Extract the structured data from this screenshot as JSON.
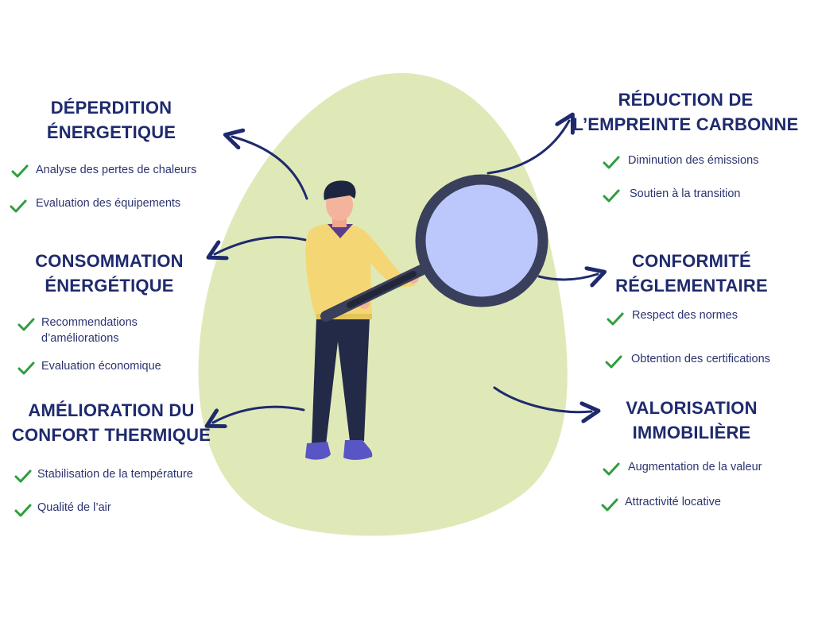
{
  "colors": {
    "title": "#1f2a6e",
    "text": "#2b3470",
    "check": "#2e9e3f",
    "blob": "#dfe9b8",
    "arrow": "#1f2a6e",
    "lens": "#bcc8fb",
    "lens_ring": "#3a3f5c",
    "sweater": "#f4d774",
    "pants": "#222a48",
    "shoes": "#5a55c4"
  },
  "sections": {
    "deperdition": {
      "title_line1": "DÉPERDITION",
      "title_line2": "ÉNERGETIQUE",
      "items": [
        "Analyse des pertes de chaleurs",
        "Evaluation des équipements"
      ]
    },
    "consommation": {
      "title_line1": "CONSOMMATION",
      "title_line2": "ÉNERGÉTIQUE",
      "items": [
        "Recommendations",
        "d’améliorations",
        "Evaluation économique"
      ]
    },
    "amelioration": {
      "title_line1": "AMÉLIORATION DU",
      "title_line2": "CONFORT THERMIQUE",
      "items": [
        "Stabilisation de la température",
        "Qualité de l’air"
      ]
    },
    "reduction": {
      "title_line1": "RÉDUCTION DE",
      "title_line2": "L’EMPREINTE CARBONNE",
      "items": [
        "Diminution des émissions",
        "Soutien à la transition"
      ]
    },
    "conformite": {
      "title_line1": "CONFORMITÉ",
      "title_line2": "RÉGLEMENTAIRE",
      "items": [
        "Respect des normes",
        "Obtention des certifications"
      ]
    },
    "valorisation": {
      "title_line1": "VALORISATION",
      "title_line2": "IMMOBILIÈRE",
      "items": [
        "Augmentation de la valeur",
        "Attractivité locative"
      ]
    }
  }
}
